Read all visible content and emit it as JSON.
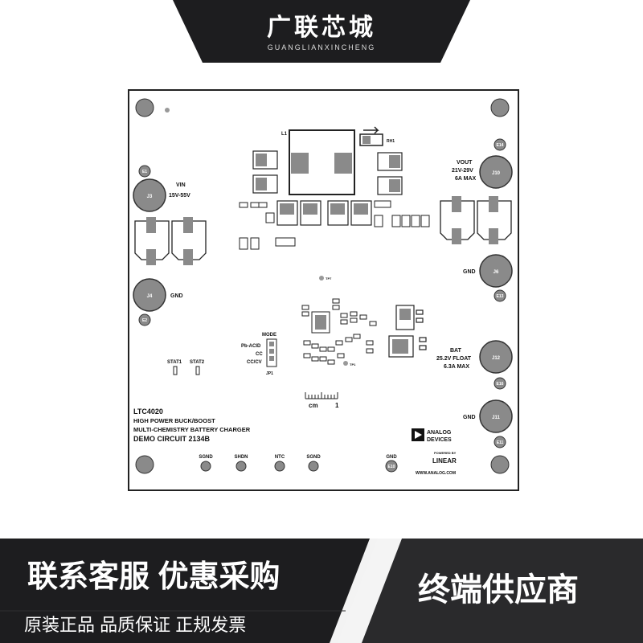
{
  "banner": {
    "brand_name": "广联芯城",
    "brand_pinyin": "GUANGLIANXINCHENG",
    "promo_left": "联系客服 优惠采购",
    "promo_right": "终端供应商",
    "tagline": "原装正品 品质保证 正规发票"
  },
  "board": {
    "inductor_ref": "L1",
    "r_top": "RH1",
    "vin_label": "VIN",
    "vin_range": "15V-55V",
    "vout_label": "VOUT",
    "vout_range": "21V-29V",
    "vout_current": "6A MAX",
    "bat_label": "BAT",
    "bat_float": "25.2V FLOAT",
    "bat_current": "6.3A MAX",
    "gnd_label": "GND",
    "j3": "J3",
    "j4": "J4",
    "j10": "J10",
    "j6": "J6",
    "j12": "J12",
    "j11": "J11",
    "e1": "E1",
    "e2": "E2",
    "e14": "E14",
    "e13": "E13",
    "e16": "E16",
    "e11": "E11",
    "e10": "E10",
    "stat1": "STAT1",
    "stat2": "STAT2",
    "mode_label": "MODE",
    "mode_opt1": "Pb-ACID",
    "mode_opt2": "CC",
    "mode_opt3": "CC/CV",
    "jp1": "JP1",
    "tp7": "TP7",
    "tp1": "TP1",
    "ruler_unit": "cm",
    "ruler_mark": "1",
    "part_number": "LTC4020",
    "desc_line1": "HIGH POWER BUCK/BOOST",
    "desc_line2": "MULTI-CHEMISTRY BATTERY CHARGER",
    "demo_circuit": "DEMO CIRCUIT 2134B",
    "logo_line1": "ANALOG",
    "logo_line2": "DEVICES",
    "logo_sub": "POWERED BY",
    "logo_linear": "LINEAR",
    "logo_url": "WWW.ANALOG.COM",
    "bottom_terminals": [
      "SGND",
      "SHDN",
      "NTC",
      "SGND"
    ],
    "bottom_gnd": "GND"
  },
  "colors": {
    "banner_bg": "#1d1d1f",
    "banner_text": "#ffffff",
    "board_edge": "#222222",
    "pad_gray": "#8a8a8a",
    "outline": "#333333"
  }
}
